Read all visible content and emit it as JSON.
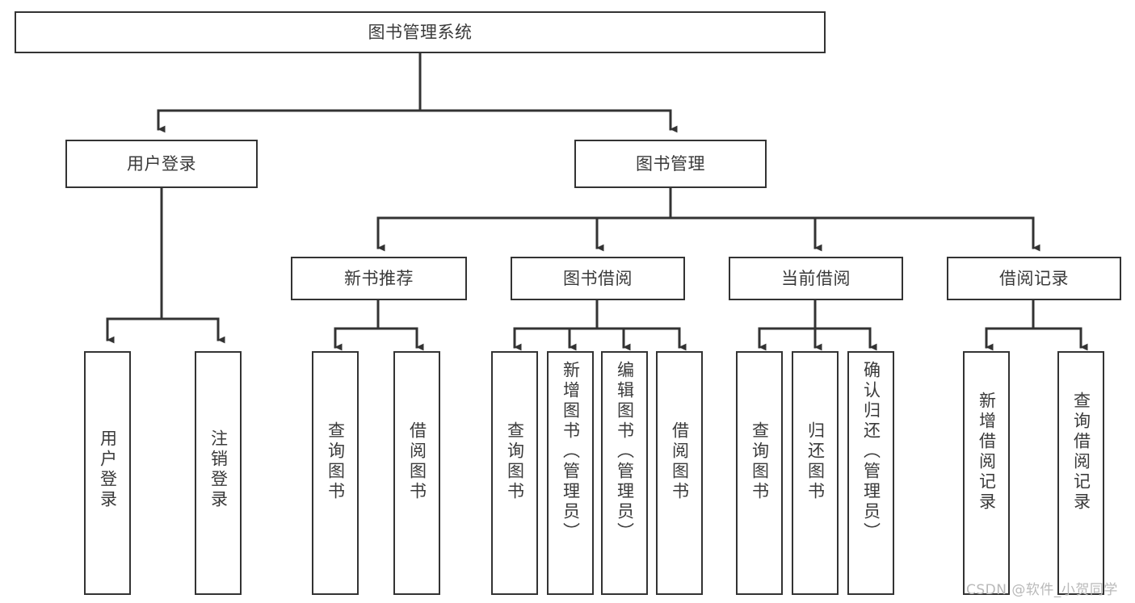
{
  "diagram": {
    "type": "tree-hierarchy-chart",
    "title": "图书管理系统",
    "line_color": "#333333",
    "box_fill": "#ffffff",
    "text_color": "#3a3a3a",
    "watermark": "CSDN @软件_小贺同学"
  },
  "nodes": {
    "root": {
      "label": "图书管理系统"
    },
    "level2": [
      {
        "id": "user-login",
        "label": "用户登录"
      },
      {
        "id": "book-management",
        "label": "图书管理"
      }
    ],
    "level3": [
      {
        "id": "new-book-recommend",
        "label": "新书推荐"
      },
      {
        "id": "book-borrow",
        "label": "图书借阅"
      },
      {
        "id": "current-borrow",
        "label": "当前借阅"
      },
      {
        "id": "borrow-record",
        "label": "借阅记录"
      }
    ],
    "leaves": {
      "user_login": [
        {
          "id": "leaf-user-login",
          "label": "用户登录"
        },
        {
          "id": "leaf-logout",
          "label": "注销登录"
        }
      ],
      "new_book_recommend": [
        {
          "id": "leaf-query-book-1",
          "label": "查询图书"
        },
        {
          "id": "leaf-borrow-book-1",
          "label": "借阅图书"
        }
      ],
      "book_borrow": [
        {
          "id": "leaf-query-book-2",
          "label": "查询图书"
        },
        {
          "id": "leaf-add-book",
          "label": "新增图书（管理员）"
        },
        {
          "id": "leaf-edit-book",
          "label": "编辑图书（管理员）"
        },
        {
          "id": "leaf-borrow-book-2",
          "label": "借阅图书"
        }
      ],
      "current_borrow": [
        {
          "id": "leaf-query-book-3",
          "label": "查询图书"
        },
        {
          "id": "leaf-return-book",
          "label": "归还图书"
        },
        {
          "id": "leaf-confirm-return",
          "label": "确认归还（管理员）"
        }
      ],
      "borrow_record": [
        {
          "id": "leaf-add-record",
          "label": "新增借阅记录"
        },
        {
          "id": "leaf-query-record",
          "label": "查询借阅记录"
        }
      ]
    }
  }
}
